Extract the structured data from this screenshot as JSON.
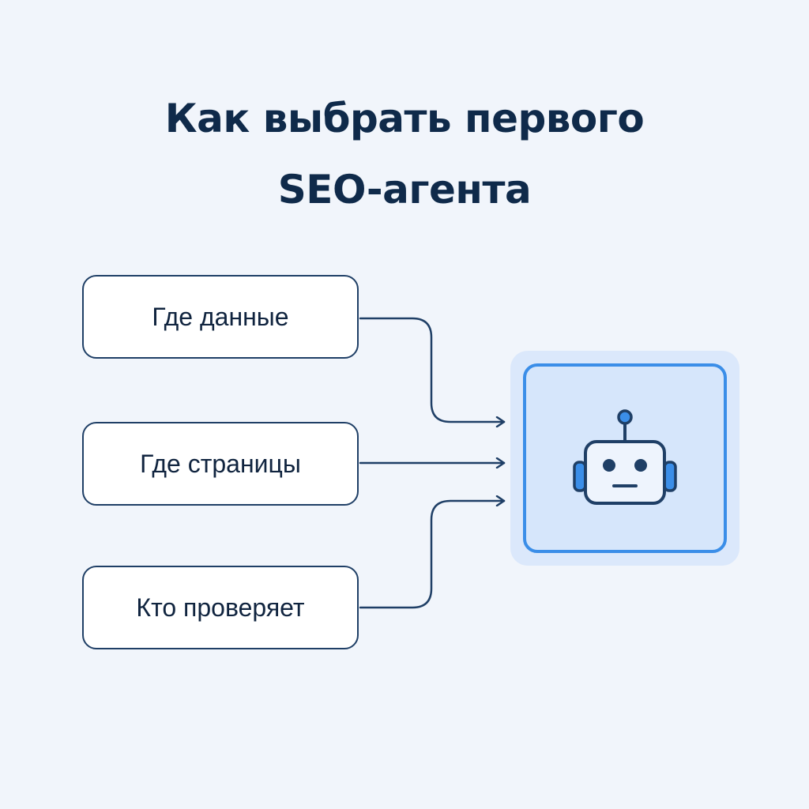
{
  "title": {
    "line1": "Как выбрать первого",
    "line2": "SEO-агента"
  },
  "inputs": [
    {
      "label": "Где данные"
    },
    {
      "label": "Где страницы"
    },
    {
      "label": "Кто проверяет"
    }
  ],
  "agent": {
    "icon": "robot-icon"
  },
  "colors": {
    "background": "#f1f5fb",
    "title": "#0f2a4a",
    "node_border": "#1f3f66",
    "connector": "#1f3f66",
    "agent_border": "#3b8ee8",
    "agent_fill": "#d6e6fb",
    "agent_halo": "#dbe8fb"
  }
}
